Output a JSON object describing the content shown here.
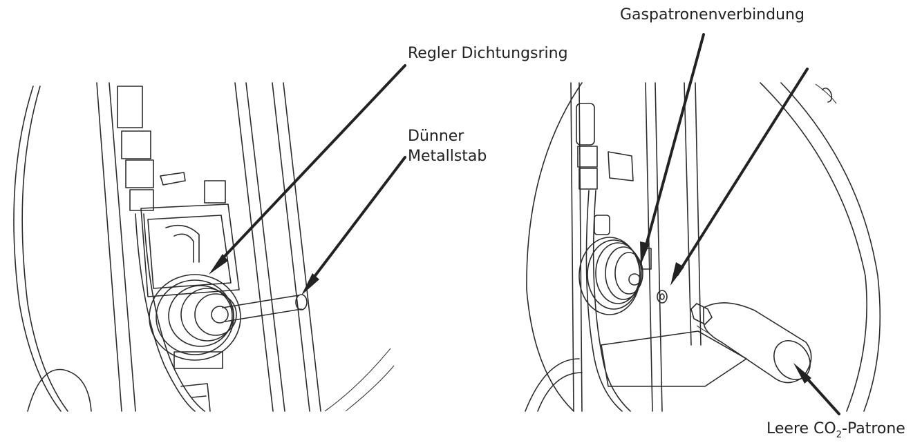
{
  "figure": {
    "left_panel": {
      "callouts": [
        {
          "id": "regler",
          "label": "Regler Dichtungsring"
        },
        {
          "id": "stab",
          "label_line1": "Dünner",
          "label_line2": "Metallstab"
        }
      ]
    },
    "right_panel": {
      "callouts": [
        {
          "id": "gas",
          "label": "Gaspatronenverbindung"
        },
        {
          "id": "co2",
          "label_pre": "Leere CO",
          "label_sub": "2",
          "label_post": "-Patrone"
        }
      ]
    }
  }
}
